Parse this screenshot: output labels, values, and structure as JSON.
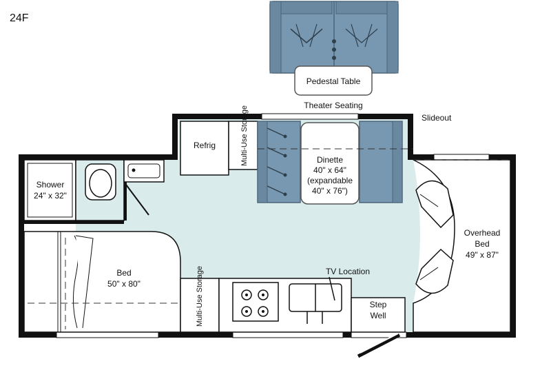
{
  "model": "24F",
  "colors": {
    "wall": "#111111",
    "floor": "#d9ebeb",
    "seat": "#7897b0",
    "seat_dark": "#5f7f98",
    "fixture": "#ffffff"
  },
  "labels": {
    "pedestal_table": "Pedestal Table",
    "theater_seating": "Theater Seating",
    "slideout": "Slideout",
    "refrig": "Refrig",
    "multi_use_storage_top": "Multi-Use Storage",
    "dinette": [
      "Dinette",
      "40\" x 64\"",
      "(expandable",
      "40\" x 76\")"
    ],
    "shower": [
      "Shower",
      "24\" x 32\""
    ],
    "bed": [
      "Bed",
      "50\" x 80\""
    ],
    "multi_use_storage_bottom": "Multi-Use Storage",
    "tv_location": "TV Location",
    "step_well": [
      "Step",
      "Well"
    ],
    "overhead_bed": [
      "Overhead",
      "Bed",
      "49\" x 87\""
    ]
  }
}
